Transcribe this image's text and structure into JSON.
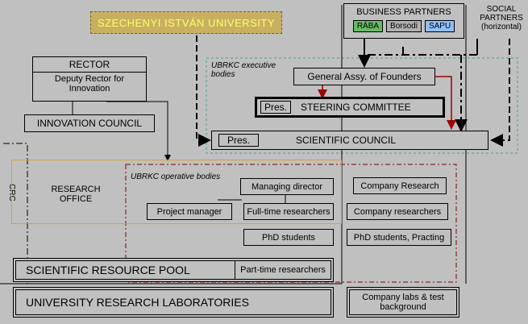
{
  "university": "SZECHENYI ISTVÁN UNIVERSITY",
  "business_partners": {
    "title": "BUSINESS PARTNERS",
    "partners": [
      "RÁBA",
      "Borsodi",
      "SAPU"
    ],
    "colors": [
      "#66bb66",
      "#b0b0b0",
      "#8ec0ff"
    ]
  },
  "social_partners": "SOCIAL PARTNERS (horizontal)",
  "rector": "RECTOR",
  "deputy_rector": "Deputy Rector for Innovation",
  "innovation_council": "INNOVATION COUNCIL",
  "executive_bodies": "UBRKC executive bodies",
  "general_assembly": "General Assy. of Founders",
  "steering": {
    "pres": "Pres.",
    "title": "STEERING COMMITTEE"
  },
  "scientific_council": {
    "pres": "Pres.",
    "title": "SCIENTIFIC COUNCIL"
  },
  "crc": "CRC",
  "research_office": "RESEARCH OFFICE",
  "operative_bodies": "UBRKC operative bodies",
  "managing_director": "Managing director",
  "project_manager": "Project manager",
  "fulltime_researchers": "Full-time researchers",
  "phd_students": "PhD students",
  "company_research": "Company Research",
  "company_researchers": "Company researchers",
  "phd_practing": "PhD students, Practing",
  "resource_pool": "SCIENTIFIC RESOURCE POOL",
  "parttime_researchers": "Part-time researchers",
  "labs": "UNIVERSITY RESEARCH LABORATORIES",
  "company_labs": "Company labs & test background",
  "colors": {
    "university_fill": "#c8b060",
    "university_text": "#ffff66",
    "research_office_border": "#e0a020",
    "exec_border": "#40a0a0",
    "arrow_red": "#a00000"
  }
}
